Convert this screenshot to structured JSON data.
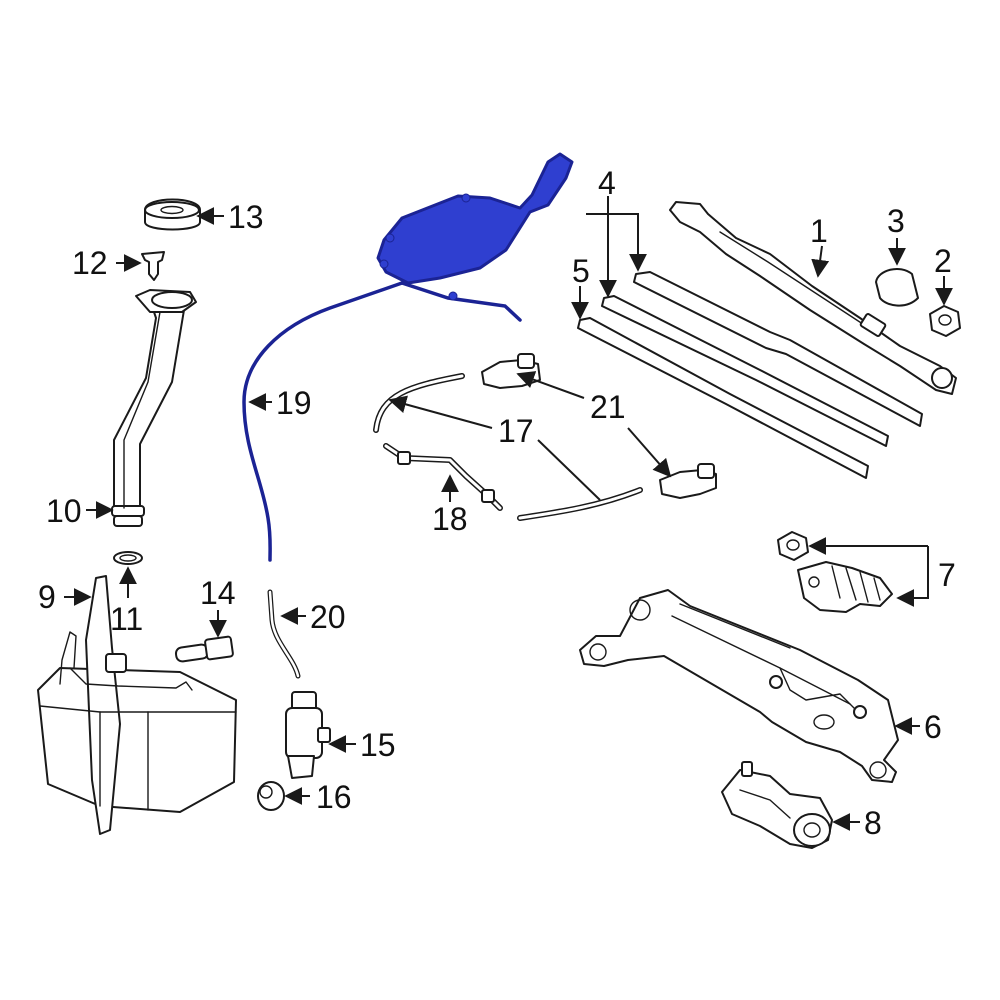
{
  "colors": {
    "highlight_fill": "#2f3fd0",
    "highlight_stroke": "#1b2394",
    "line": "#1a1a1a"
  },
  "callouts": [
    {
      "id": "1",
      "text": "1"
    },
    {
      "id": "2",
      "text": "2"
    },
    {
      "id": "3",
      "text": "3"
    },
    {
      "id": "4",
      "text": "4"
    },
    {
      "id": "5",
      "text": "5"
    },
    {
      "id": "6",
      "text": "6"
    },
    {
      "id": "7",
      "text": "7"
    },
    {
      "id": "8",
      "text": "8"
    },
    {
      "id": "9",
      "text": "9"
    },
    {
      "id": "10",
      "text": "10"
    },
    {
      "id": "11",
      "text": "11"
    },
    {
      "id": "12",
      "text": "12"
    },
    {
      "id": "13",
      "text": "13"
    },
    {
      "id": "14",
      "text": "14"
    },
    {
      "id": "15",
      "text": "15"
    },
    {
      "id": "16",
      "text": "16"
    },
    {
      "id": "17",
      "text": "17"
    },
    {
      "id": "18",
      "text": "18"
    },
    {
      "id": "19",
      "text": "19"
    },
    {
      "id": "20",
      "text": "20"
    },
    {
      "id": "21",
      "text": "21"
    }
  ],
  "highlighted_part": "19"
}
